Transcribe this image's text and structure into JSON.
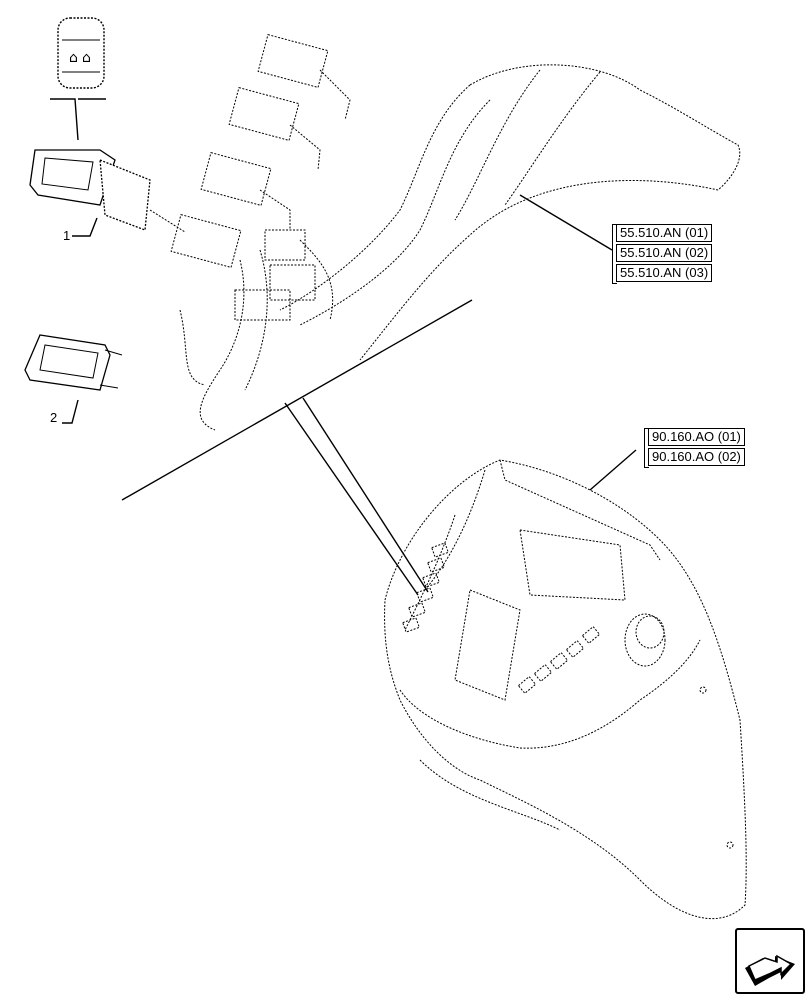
{
  "references_top": [
    "55.510.AN (01)",
    "55.510.AN (02)",
    "55.510.AN (03)"
  ],
  "references_bottom": [
    "90.160.AO (01)",
    "90.160.AO (02)"
  ],
  "callouts": [
    "1",
    "2"
  ],
  "icons": [
    "switch-symbol-icon",
    "next-page-arrow-icon"
  ],
  "colors": {
    "line": "#000000",
    "background": "#ffffff"
  }
}
